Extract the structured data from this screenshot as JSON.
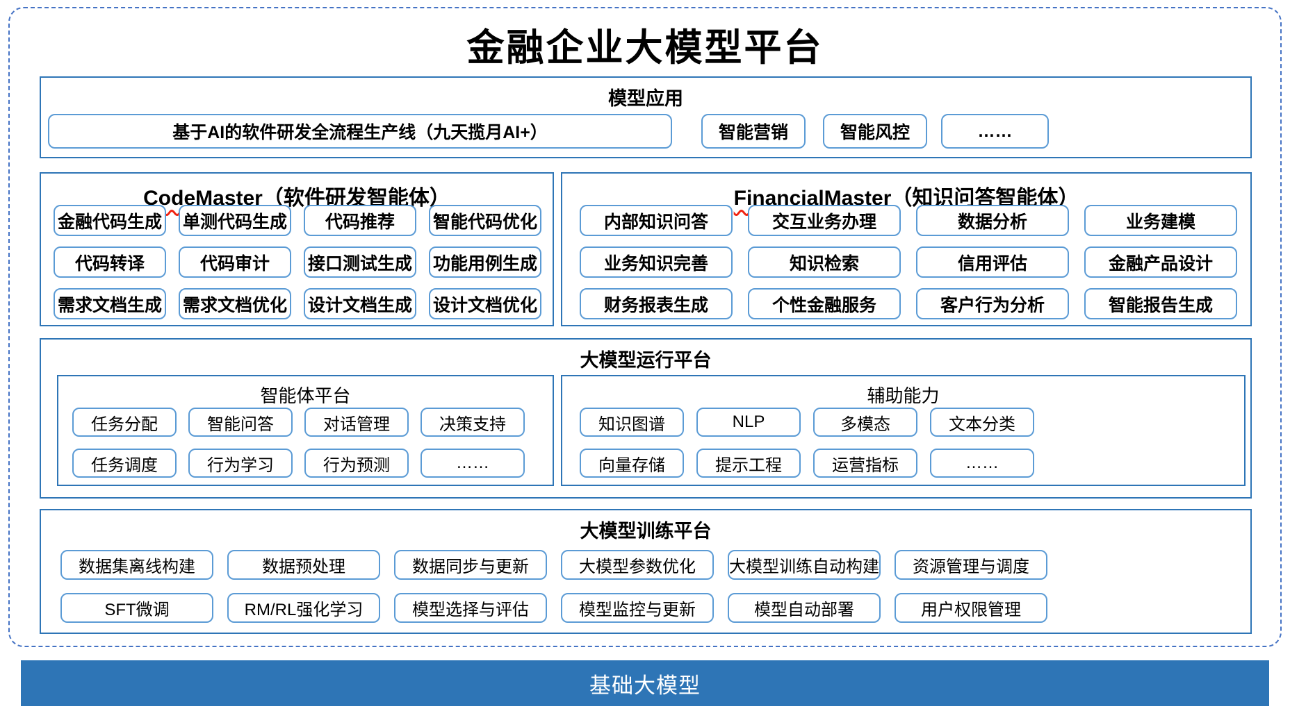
{
  "title": "金融企业大模型平台",
  "colors": {
    "dashed_border": "#4472C4",
    "section_border": "#2E75B6",
    "item_border": "#5B9BD5",
    "foundation_bg": "#2E75B6",
    "squiggle_underline": "#F02311"
  },
  "app": {
    "header": "模型应用",
    "pipeline": "基于AI的软件研发全流程生产线（九天揽月AI+）",
    "items": [
      "智能营销",
      "智能风控",
      "……"
    ]
  },
  "codemaster": {
    "name": "CodeMaster",
    "subtitle": "（软件研发智能体）",
    "items": [
      "金融代码生成",
      "单测代码生成",
      "代码推荐",
      "智能代码优化",
      "代码转译",
      "代码审计",
      "接口测试生成",
      "功能用例生成",
      "需求文档生成",
      "需求文档优化",
      "设计文档生成",
      "设计文档优化"
    ]
  },
  "financialmaster": {
    "name": "FinancialMaster",
    "subtitle": "（知识问答智能体）",
    "items": [
      "内部知识问答",
      "交互业务办理",
      "数据分析",
      "业务建模",
      "业务知识完善",
      "知识检索",
      "信用评估",
      "金融产品设计",
      "财务报表生成",
      "个性金融服务",
      "客户行为分析",
      "智能报告生成"
    ]
  },
  "runtime": {
    "header": "大模型运行平台",
    "agent_platform": {
      "title": "智能体平台",
      "items": [
        "任务分配",
        "智能问答",
        "对话管理",
        "决策支持",
        "任务调度",
        "行为学习",
        "行为预测",
        "……"
      ]
    },
    "aux_capability": {
      "title": "辅助能力",
      "items": [
        "知识图谱",
        "NLP",
        "多模态",
        "文本分类",
        "向量存储",
        "提示工程",
        "运营指标",
        "……"
      ]
    }
  },
  "training": {
    "header": "大模型训练平台",
    "items": [
      "数据集离线构建",
      "数据预处理",
      "数据同步与更新",
      "大模型参数优化",
      "大模型训练自动构建",
      "资源管理与调度",
      "SFT微调",
      "RM/RL强化学习",
      "模型选择与评估",
      "模型监控与更新",
      "模型自动部署",
      "用户权限管理"
    ]
  },
  "foundation": {
    "label": "基础大模型"
  }
}
